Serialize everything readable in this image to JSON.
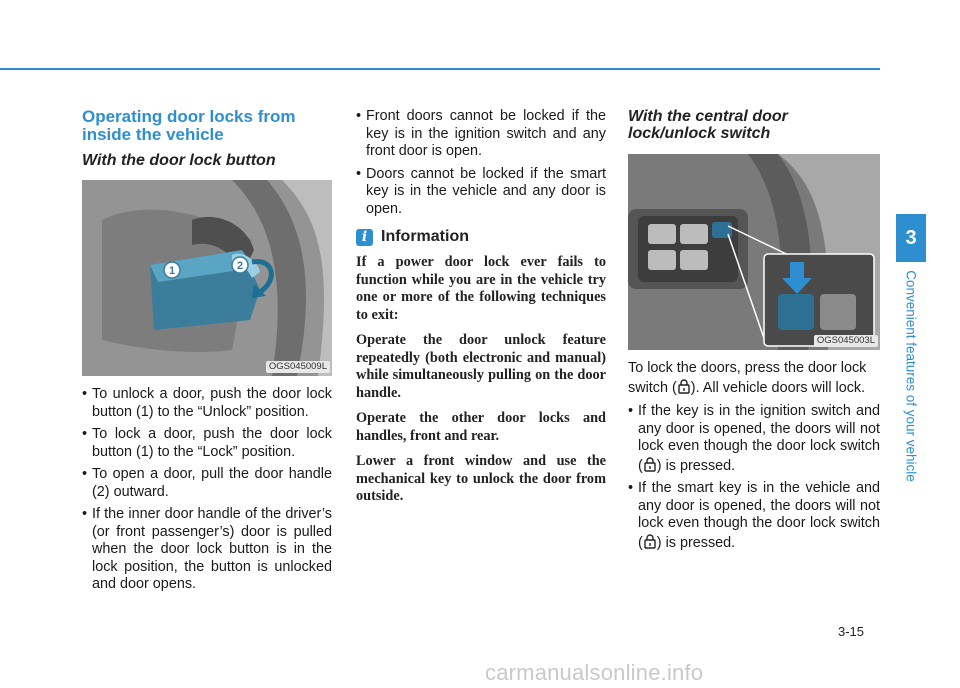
{
  "section": {
    "tab_number": "3",
    "side_title": "Convenient features of your vehicle",
    "page_number": "3-15"
  },
  "col1": {
    "heading": "Operating door locks from inside the vehicle",
    "subheading": "With the door lock button",
    "figure": {
      "code": "OGS045009L",
      "callouts": [
        "1",
        "2"
      ]
    },
    "bullets": [
      "To unlock a door, push the door lock button (1) to the “Unlock” position.",
      "To lock a door, push the door lock button (1) to the “Lock” position.",
      "To open a door, pull the door handle (2) outward.",
      "If the inner door handle of the driver’s (or front passenger’s) door is pulled when the door lock button is in the lock position, the button is unlocked and door opens."
    ]
  },
  "col2": {
    "bullets": [
      "Front doors cannot be locked if the key is in the ignition switch and any front door is open.",
      "Doors cannot be locked if the smart key is in the vehicle and any door is open."
    ],
    "info": {
      "icon": "i",
      "title": "Information",
      "paragraphs": [
        "If a power door lock ever fails to function while you are in the vehicle try one or more of the following techniques to exit:",
        "Operate the door unlock feature repeatedly (both electronic and manual) while simultaneously pulling on the door handle.",
        "Operate the other door locks and handles, front and rear.",
        "Lower a front window and use the mechanical key to unlock the door from outside."
      ]
    }
  },
  "col3": {
    "heading": "With the central door lock/unlock switch",
    "figure": {
      "code": "OGS045003L"
    },
    "intro_before": "To lock the doors, press the door lock switch (",
    "intro_after": "). All vehicle doors will lock.",
    "bullets": [
      {
        "before": "If the key is in the ignition switch and any door is opened, the doors will not lock even though the door lock switch (",
        "after": ") is pressed."
      },
      {
        "before": "If the smart key is in the vehicle and any door is opened, the doors will not lock even though the door lock switch (",
        "after": ") is pressed."
      }
    ]
  },
  "footer": {
    "watermark": "carmanualsonline.info"
  },
  "colors": {
    "accent": "#2e8fd0",
    "rule": "#2e8fd0"
  },
  "icons": {
    "lock": "lock-icon",
    "info": "info-icon"
  }
}
